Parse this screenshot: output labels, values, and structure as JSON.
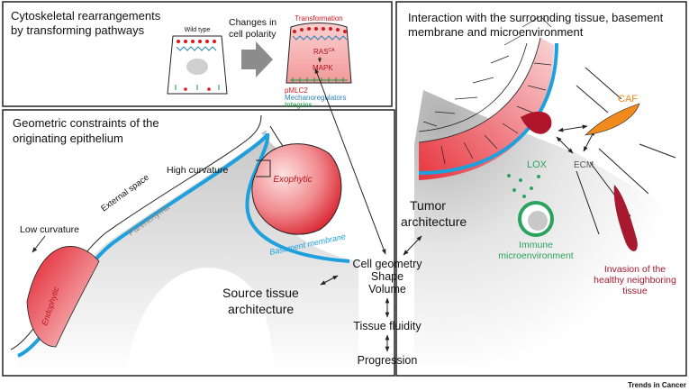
{
  "panels": {
    "top_left": {
      "title_line1": "Cytoskeletal rearrangements",
      "title_line2": "by transforming pathways"
    },
    "bottom_left": {
      "title_line1": "Geometric constraints of the",
      "title_line2": "originating epithelium"
    },
    "right": {
      "title_line1": "Interaction with the surrounding tissue, basement",
      "title_line2": "membrane and microenvironment"
    }
  },
  "cell_polarity": {
    "wild_type": "Wild type",
    "changes_line1": "Changes in",
    "changes_line2": "cell polarity",
    "transformation": "Transformation",
    "ras": "RAS",
    "ras_super": "CA",
    "mapk": "MAPK",
    "legend": {
      "pmlc2": "pMLC2",
      "mechanoregulators": "Mechanoregulators",
      "integrins": "Integrins"
    }
  },
  "geometry": {
    "high_curvature": "High curvature",
    "external_space": "External space",
    "exophytic": "Exophytic",
    "parenchyma": "Parenchyma",
    "low_curvature": "Low curvature",
    "endophytic": "Endophytic",
    "basement_membrane": "Basement membrane"
  },
  "center": {
    "tumor_line1": "Tumor",
    "tumor_line2": "architecture",
    "cell_geometry": "Cell geometry",
    "shape": "Shape",
    "volume": "Volume",
    "source_line1": "Source tissue",
    "source_line2": "architecture",
    "tissue_fluidity": "Tissue fluidity",
    "progression": "Progression"
  },
  "microenvironment": {
    "caf": "CAF",
    "ecm": "ECM",
    "lox": "LOX",
    "immune_line1": "Immune",
    "immune_line2": "microenvironment",
    "invasion_line1": "Invasion of the",
    "invasion_line2": "healthy neighboring",
    "invasion_line3": "tissue"
  },
  "footer": {
    "journal": "Trends in Cancer"
  },
  "colors": {
    "basement_membrane_blue": "#1ea0dc",
    "tumor_red": "#e0242e",
    "pmlc2_red": "#d7191c",
    "mechanoregulator_blue": "#2b83ba",
    "integrin_green": "#1a9641",
    "caf_orange": "#f08a1c",
    "lox_green": "#2ca25f",
    "invasion_darkred": "#a6192e"
  }
}
